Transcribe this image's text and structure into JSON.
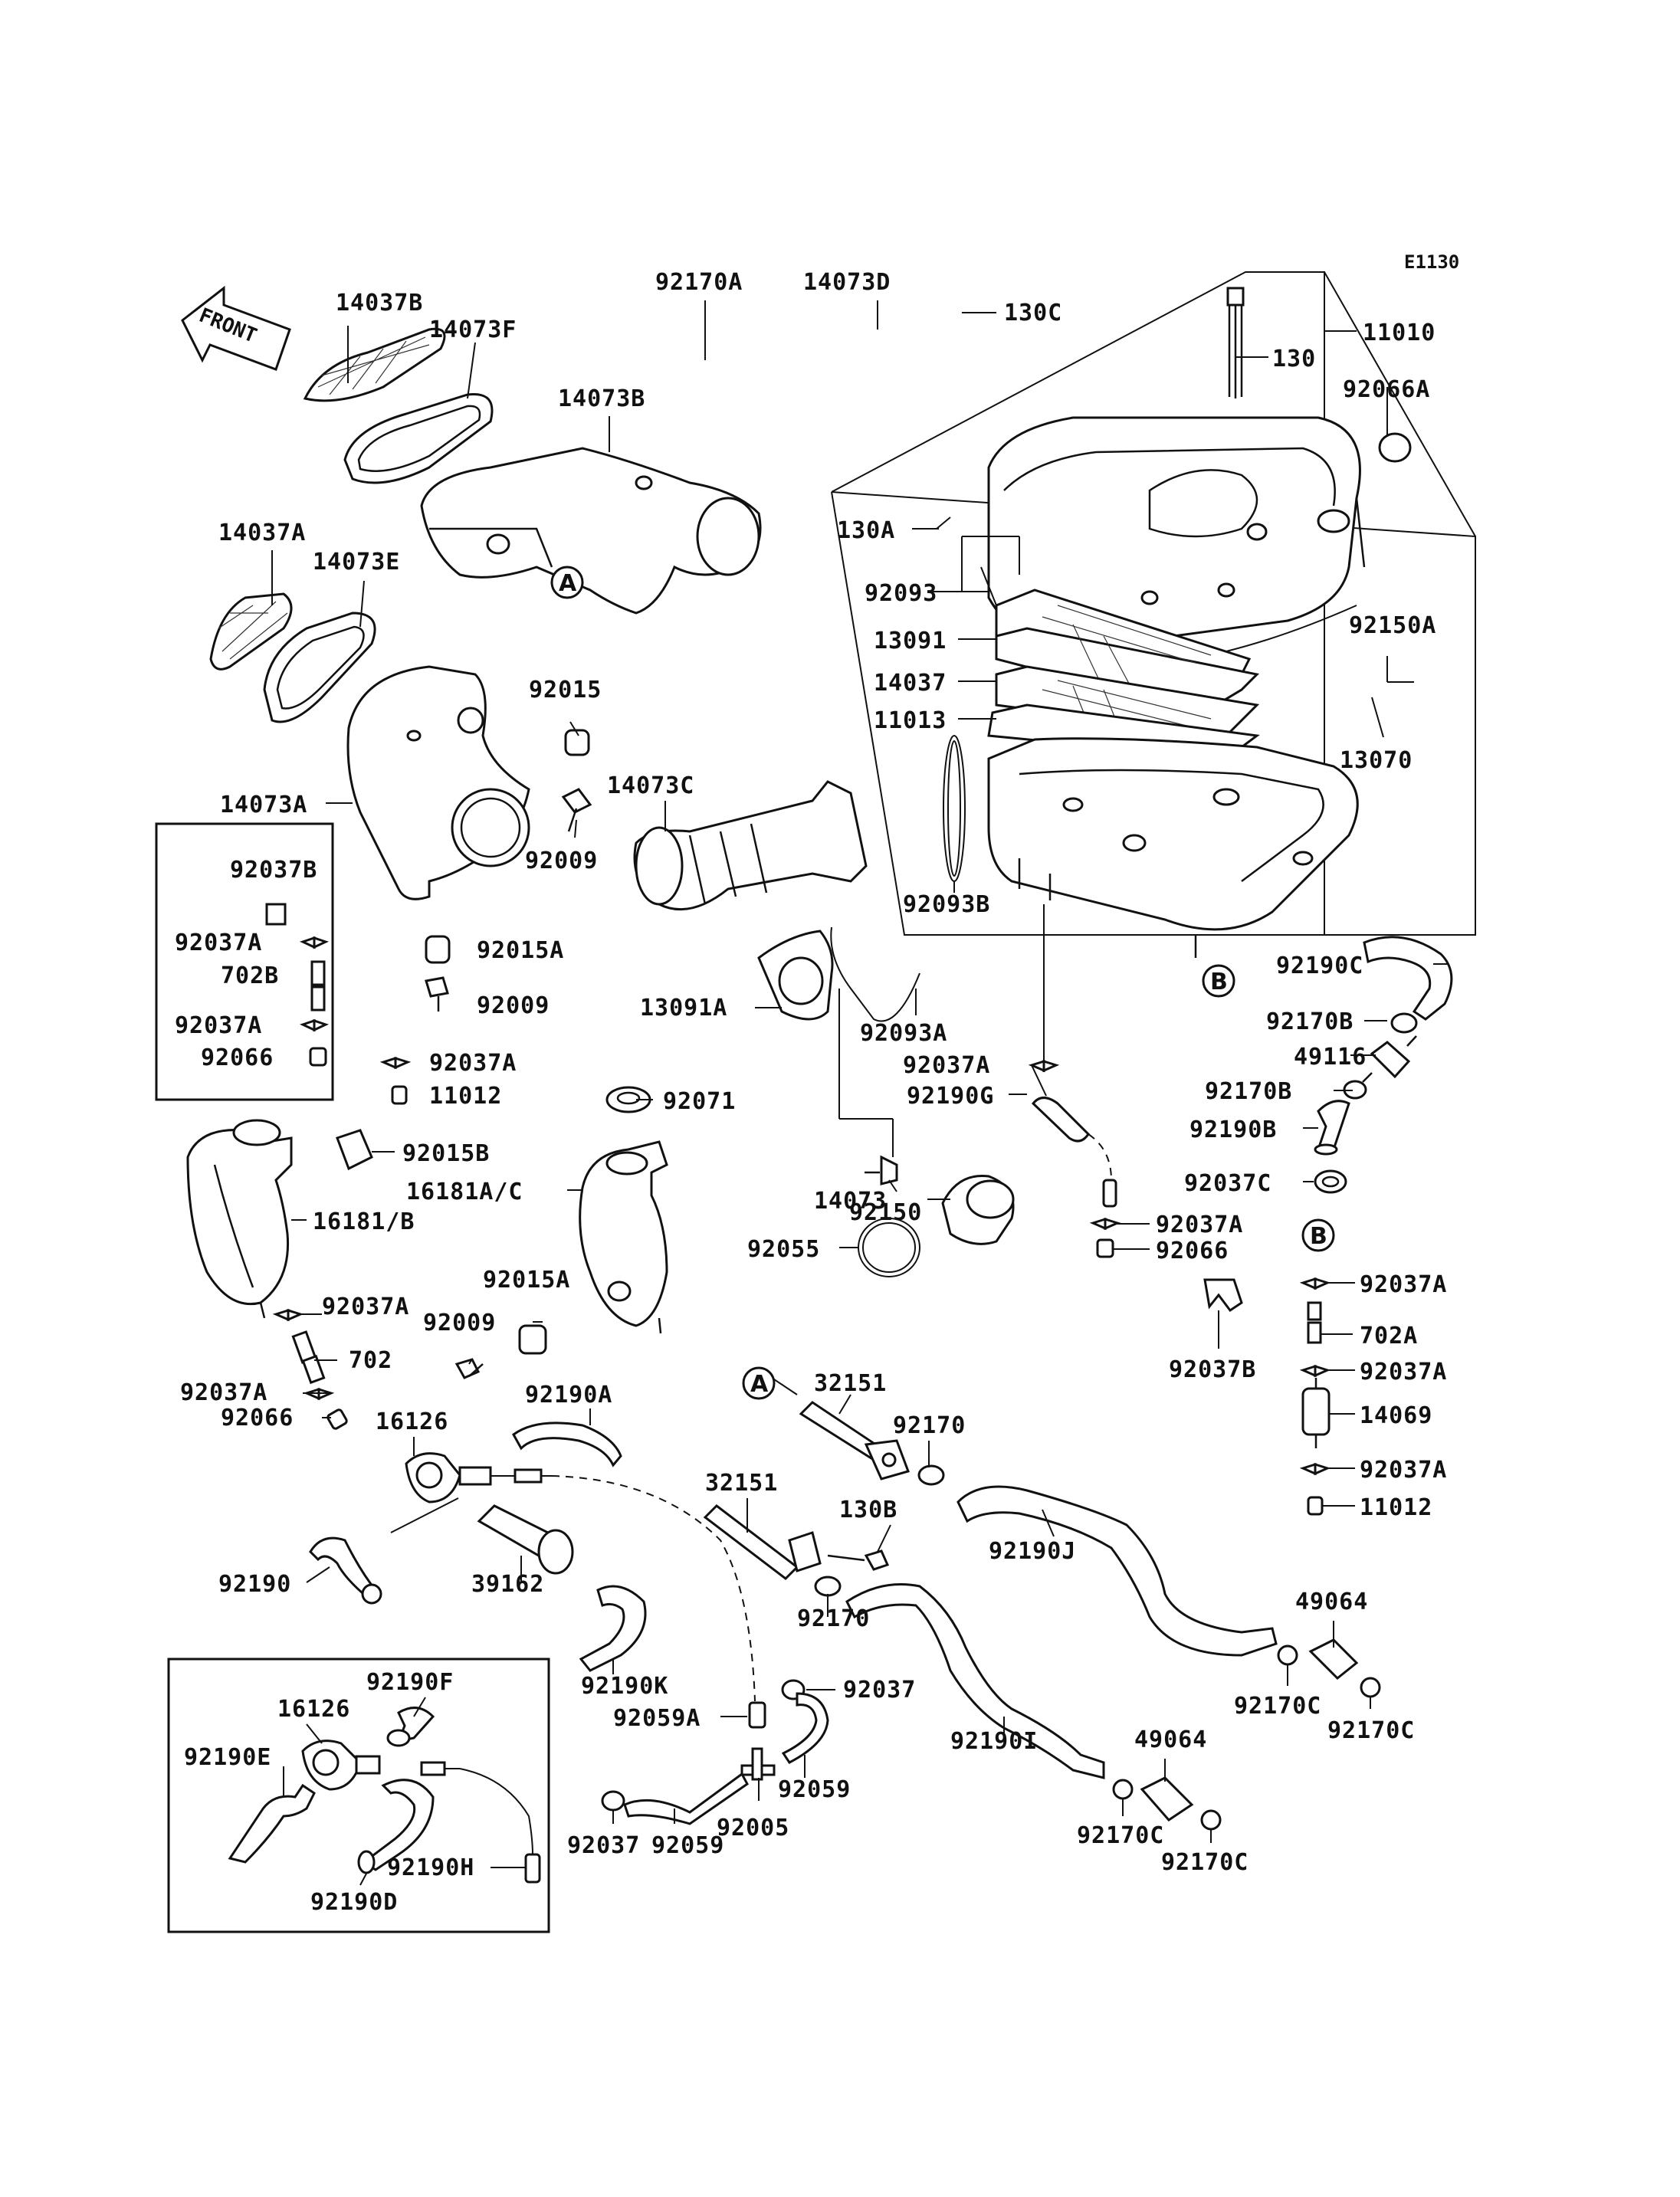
{
  "diagram_code": "E1130",
  "front_label": "FRONT",
  "ref_markers": {
    "a": "A",
    "b": "B"
  },
  "labels": {
    "p14037B": "14037B",
    "p14073F": "14073F",
    "p92170A": "92170A",
    "p14073D": "14073D",
    "p130C": "130C",
    "p11010": "11010",
    "p130": "130",
    "p92066A": "92066A",
    "p14073B": "14073B",
    "p14037A": "14037A",
    "p14073E": "14073E",
    "p130A": "130A",
    "p92093": "92093",
    "p13091": "13091",
    "p14037": "14037",
    "p11013": "11013",
    "p92150A": "92150A",
    "p13070": "13070",
    "p92015": "92015",
    "p14073A": "14073A",
    "p14073C": "14073C",
    "p92009a": "92009",
    "p92037B_box": "92037B",
    "p92037A_b1": "92037A",
    "p702B": "702B",
    "p92037A_b2": "92037A",
    "p92066_box": "92066",
    "p92015A_a": "92015A",
    "p92009b": "92009",
    "p92037A_c": "92037A",
    "p11012_a": "11012",
    "p92093B": "92093B",
    "p13091A": "13091A",
    "p92093A": "92093A",
    "p92190C": "92190C",
    "p92170B_a": "92170B",
    "p49116": "49116",
    "p92170B_b": "92170B",
    "p92190B": "92190B",
    "p92037C": "92037C",
    "p92037A_d": "92037A",
    "p92190G": "92190G",
    "p92150": "92150",
    "p92071": "92071",
    "p92015B": "92015B",
    "p16181AC": "16181A/C",
    "p16181B": "16181/B",
    "p14073": "14073",
    "p92055": "92055",
    "p92037A_e": "92037A",
    "p92066_b": "92066",
    "p92037A_f": "92037A",
    "p702A": "702A",
    "p92037A_g": "92037A",
    "p14069": "14069",
    "p92037A_h": "92037A",
    "p11012_b": "11012",
    "p92037B_b": "92037B",
    "p92015A_b": "92015A",
    "p92009c": "92009",
    "p92037A_i": "92037A",
    "p702": "702",
    "p92037A_j": "92037A",
    "p92066_c": "92066",
    "p92190A": "92190A",
    "p16126_a": "16126",
    "p32151_a": "32151",
    "p92170_a": "92170",
    "p32151_b": "32151",
    "p130B": "130B",
    "p92190J": "92190J",
    "p92190": "92190",
    "p39162": "39162",
    "p92170_b": "92170",
    "p49064_a": "49064",
    "p92170C_a": "92170C",
    "p92170C_b": "92170C",
    "p92190K": "92190K",
    "p92037": "92037",
    "p92059A": "92059A",
    "p92190I": "92190I",
    "p49064_b": "49064",
    "p92059_a": "92059",
    "p92005": "92005",
    "p92170C_c": "92170C",
    "p92170C_d": "92170C",
    "p92037_b": "92037",
    "p92059_b": "92059",
    "p92190F": "92190F",
    "p16126_b": "16126",
    "p92190E": "92190E",
    "p92190H": "92190H",
    "p92190D": "92190D"
  }
}
